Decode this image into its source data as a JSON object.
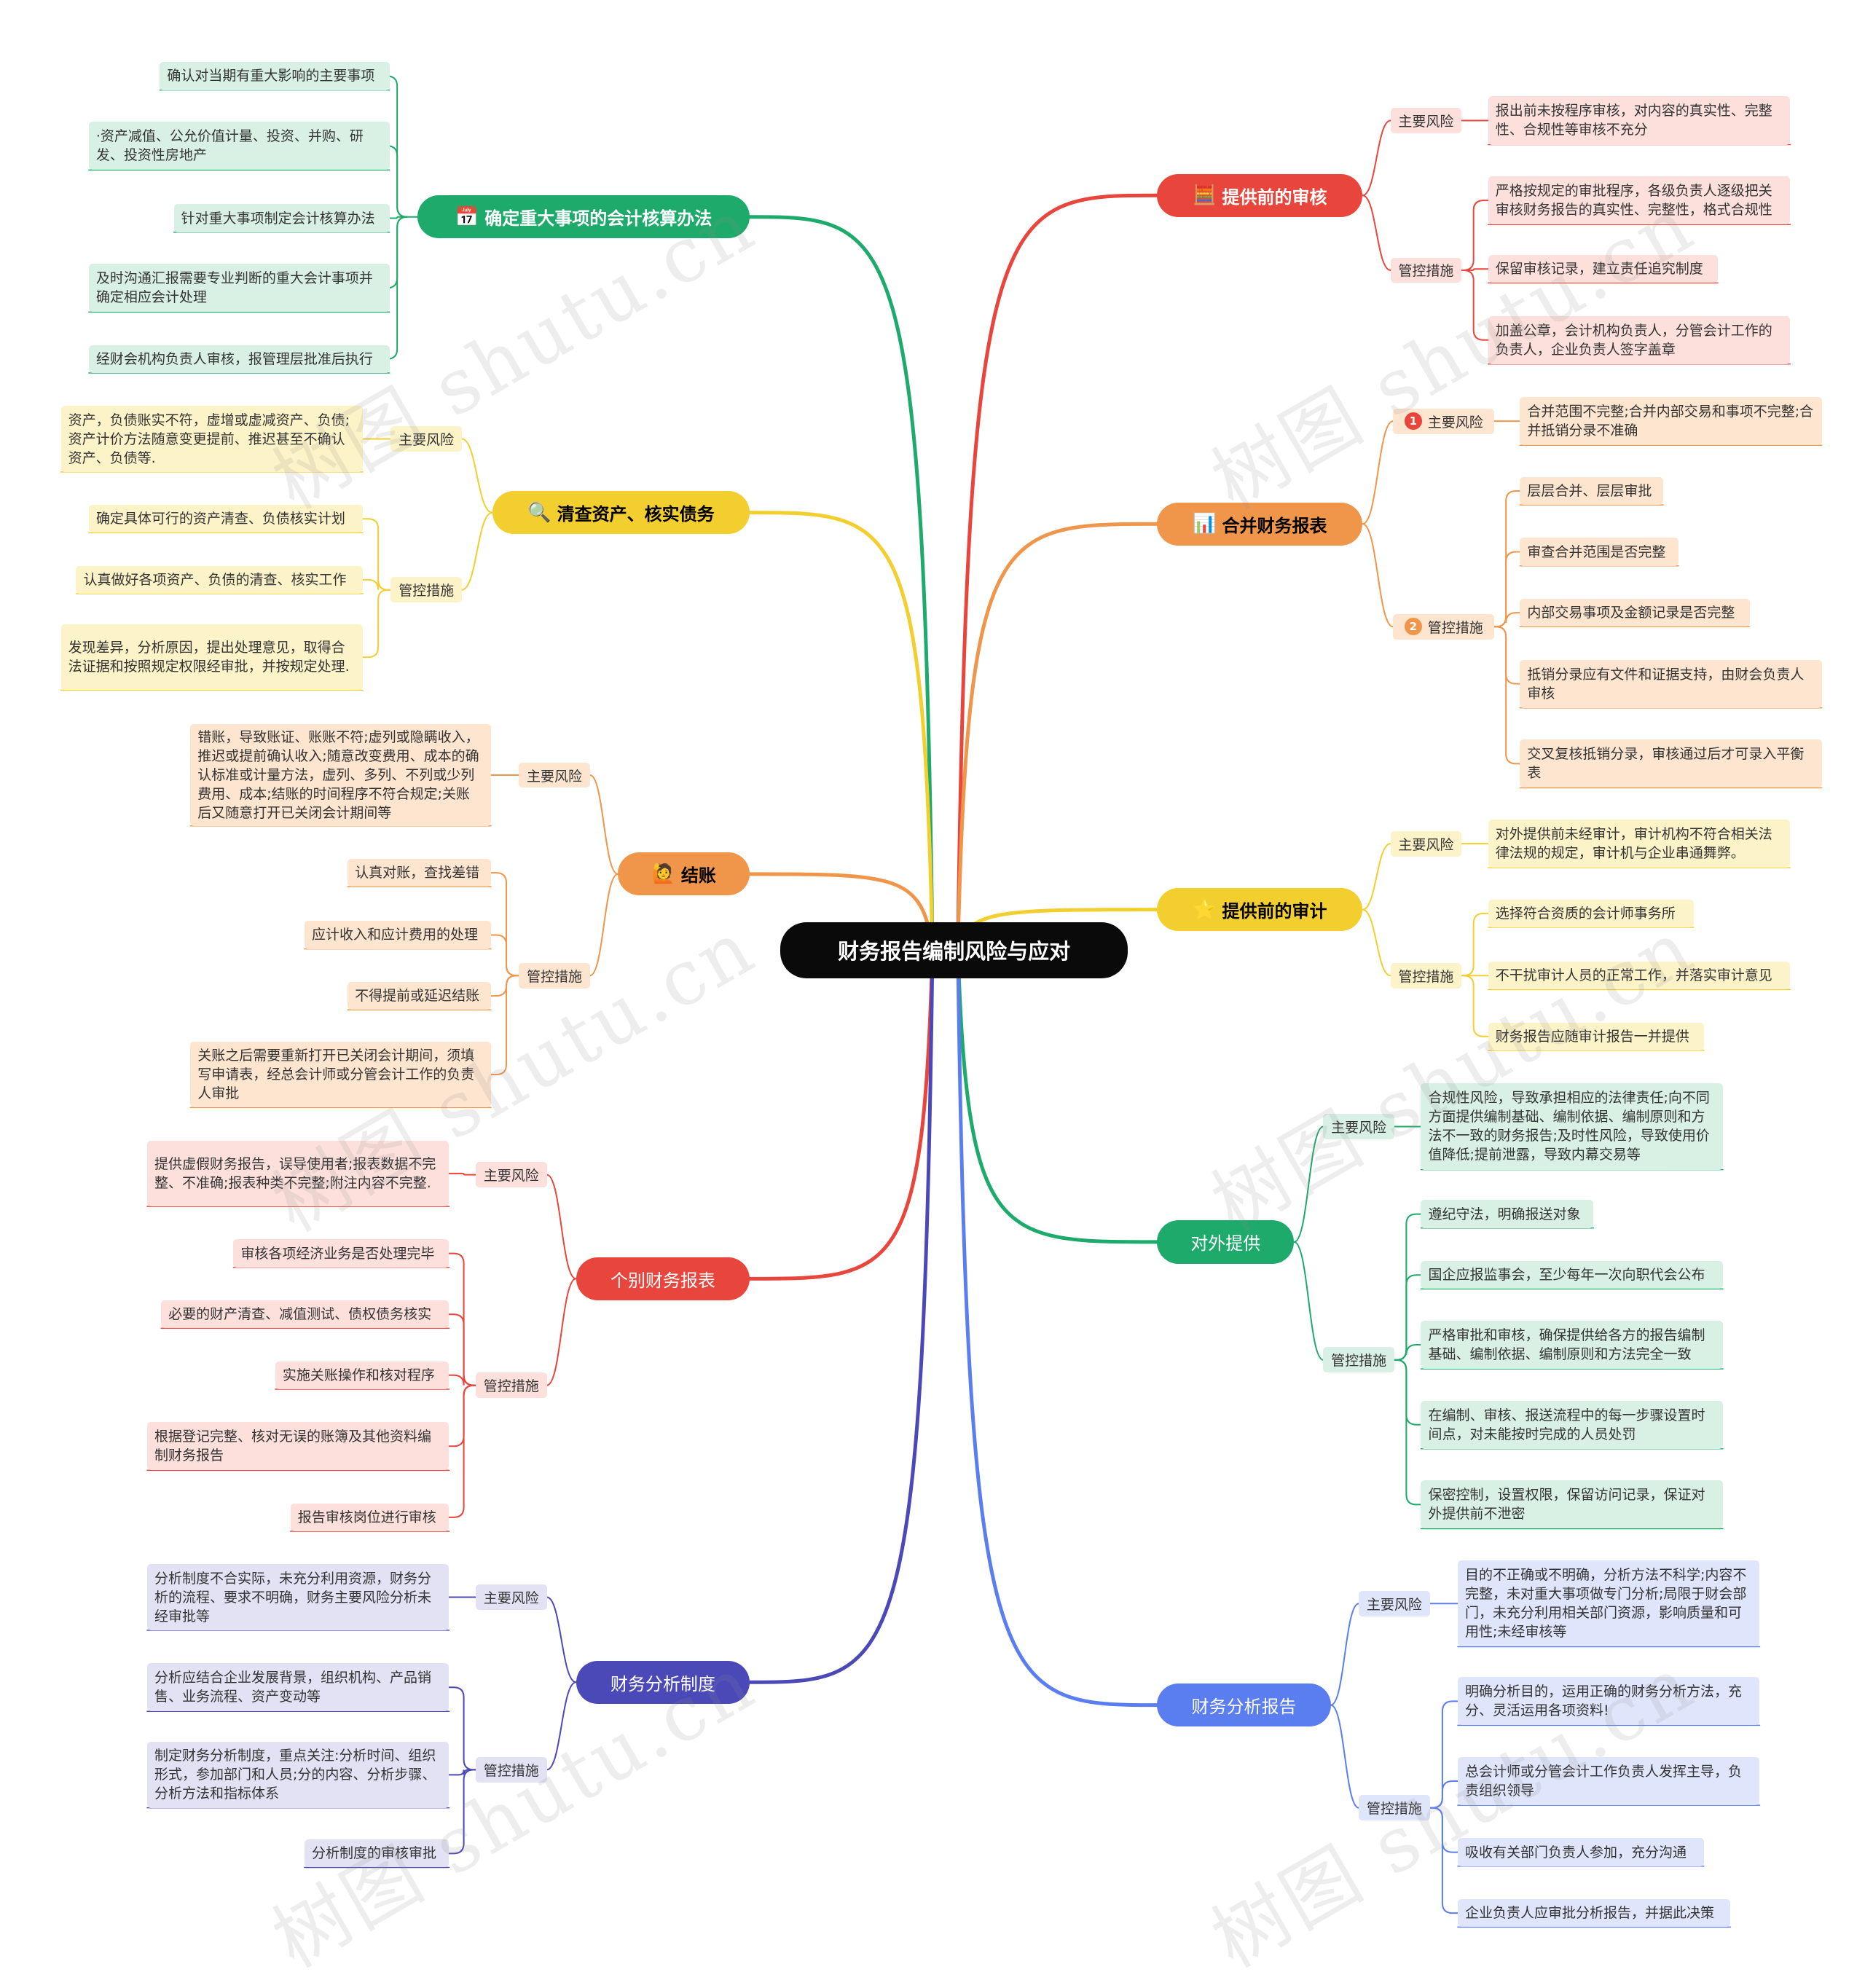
{
  "root": "财务报告编制风险与应对",
  "branches": [
    {
      "id": "b1",
      "label": "提供前的审核",
      "icon": "calculator-icon",
      "glyph": "🧮",
      "color": "#e8453c",
      "bold": true,
      "subs": [
        {
          "label": "主要风险",
          "leaves": [
            "报出前未按程序审核，对内容的真实性、完整性、合规性等审核不充分"
          ]
        },
        {
          "label": "管控措施",
          "leaves": [
            "严格按规定的审批程序，各级负责人逐级把关审核财务报告的真实性、完整性，格式合规性",
            "保留审核记录，建立责任追究制度",
            "加盖公章，会计机构负责人，分管会计工作的负责人，企业负责人签字盖章"
          ]
        }
      ]
    },
    {
      "id": "b2",
      "label": "合并财务报表",
      "icon": "report-icon",
      "glyph": "📊",
      "color": "#f0964a",
      "bold": true,
      "subs": [
        {
          "label": "主要风险",
          "num": "1",
          "leaves": [
            "合并范围不完整;合并内部交易和事项不完整;合并抵销分录不准确"
          ]
        },
        {
          "label": "管控措施",
          "num": "2",
          "leaves": [
            "层层合并、层层审批",
            "审查合并范围是否完整",
            "内部交易事项及金额记录是否完整",
            "抵销分录应有文件和证据支持，由财会负责人审核",
            "交叉复核抵销分录，审核通过后才可录入平衡表"
          ]
        }
      ]
    },
    {
      "id": "b3",
      "label": "提供前的审计",
      "icon": "star-icon",
      "glyph": "⭐",
      "color": "#f2cf2e",
      "bold": true,
      "subs": [
        {
          "label": "主要风险",
          "leaves": [
            "对外提供前未经审计，审计机构不符合相关法律法规的规定，审计机与企业串通舞弊。"
          ]
        },
        {
          "label": "管控措施",
          "leaves": [
            "选择符合资质的会计师事务所",
            "不干扰审计人员的正常工作，并落实审计意见",
            "财务报告应随审计报告一并提供"
          ]
        }
      ]
    },
    {
      "id": "b4",
      "label": "对外提供",
      "color": "#1daa6b",
      "bold": false,
      "subs": [
        {
          "label": "主要风险",
          "leaves": [
            "合规性风险，导致承担相应的法律责任;向不同方面提供编制基础、编制依据、编制原则和方法不一致的财务报告;及时性风险，导致使用价值降低;提前泄露，导致内幕交易等"
          ]
        },
        {
          "label": "管控措施",
          "leaves": [
            "遵纪守法，明确报送对象",
            "国企应报监事会，至少每年一次向职代会公布",
            "严格审批和审核，确保提供给各方的报告编制基础、编制依据、编制原则和方法完全一致",
            "在编制、审核、报送流程中的每一步骤设置时间点，对未能按时完成的人员处罚",
            "保密控制，设置权限，保留访问记录，保证对外提供前不泄密"
          ]
        }
      ]
    },
    {
      "id": "b5",
      "label": "财务分析报告",
      "color": "#5a7ef0",
      "bold": false,
      "subs": [
        {
          "label": "主要风险",
          "leaves": [
            "目的不正确或不明确，分析方法不科学;内容不完整，未对重大事项做专门分析;局限于财会部门，未充分利用相关部门资源，影响质量和可用性;未经审核等"
          ]
        },
        {
          "label": "管控措施",
          "leaves": [
            "明确分析目的，运用正确的财务分析方法，充分、灵活运用各项资料!",
            "总会计师或分管会计工作负责人发挥主导，负责组织领导",
            "吸收有关部门负责人参加，充分沟通",
            "企业负责人应审批分析报告，并据此决策"
          ]
        }
      ]
    },
    {
      "id": "b6",
      "label": "确定重大事项的会计核算办法",
      "icon": "calendar-icon",
      "glyph": "📅",
      "color": "#1daa6b",
      "bold": true,
      "subs": [
        {
          "label": "",
          "leaves": [
            "确认对当期有重大影响的主要事项",
            "·资产减值、公允价值计量、投资、并购、研发、投资性房地产",
            "针对重大事项制定会计核算办法",
            "及时沟通汇报需要专业判断的重大会计事项并确定相应会计处理",
            "经财会机构负责人审核，报管理层批准后执行"
          ]
        }
      ]
    },
    {
      "id": "b7",
      "label": "清查资产、核实债务",
      "icon": "magnifier-icon",
      "glyph": "🔍",
      "color": "#f2cf2e",
      "bold": true,
      "subs": [
        {
          "label": "主要风险",
          "leaves": [
            "资产，负债账实不符，虚增或虚减资产、负债;资产计价方法随意变更提前、推迟甚至不确认资产、负债等."
          ]
        },
        {
          "label": "管控措施",
          "leaves": [
            "确定具体可行的资产清查、负债核实计划",
            "认真做好各项资产、负债的清查、核实工作",
            "发现差异，分析原因，提出处理意见，取得合法证据和按照规定权限经审批，并按规定处理."
          ]
        }
      ]
    },
    {
      "id": "b8",
      "label": "结账",
      "icon": "person-icon",
      "glyph": "🙋",
      "color": "#f0964a",
      "bold": true,
      "subs": [
        {
          "label": "主要风险",
          "leaves": [
            "错账，导致账证、账账不符;虚列或隐瞒收入，推迟或提前确认收入;随意改变费用、成本的确认标准或计量方法，虚列、多列、不列或少列费用、成本;结账的时间程序不符合规定;关账后又随意打开已关闭会计期间等"
          ]
        },
        {
          "label": "管控措施",
          "leaves": [
            "认真对账，查找差错",
            "应计收入和应计费用的处理",
            "不得提前或延迟结账",
            "关账之后需要重新打开已关闭会计期间，须填写申请表，经总会计师或分管会计工作的负责人审批"
          ]
        }
      ]
    },
    {
      "id": "b9",
      "label": "个别财务报表",
      "color": "#e8453c",
      "bold": false,
      "subs": [
        {
          "label": "主要风险",
          "leaves": [
            "提供虚假财务报告，误导使用者;报表数据不完整、不准确;报表种类不完整;附注内容不完整."
          ]
        },
        {
          "label": "管控措施",
          "leaves": [
            "审核各项经济业务是否处理完毕",
            "必要的财产清查、减值测试、债权债务核实",
            "实施关账操作和核对程序",
            "根据登记完整、核对无误的账簿及其他资料编制财务报告",
            "报告审核岗位进行审核"
          ]
        }
      ]
    },
    {
      "id": "b10",
      "label": "财务分析制度",
      "color": "#4b48b8",
      "bold": false,
      "subs": [
        {
          "label": "主要风险",
          "leaves": [
            "分析制度不合实际，未充分利用资源，财务分析的流程、要求不明确，财务主要风险分析未经审批等"
          ]
        },
        {
          "label": "管控措施",
          "leaves": [
            "分析应结合企业发展背景，组织机构、产品销售、业务流程、资产变动等",
            "制定财务分析制度，重点关注:分析时间、组织形式，参加部门和人员;分的内容、分析步骤、分析方法和指标体系",
            "分析制度的审核审批"
          ]
        }
      ]
    }
  ],
  "watermark": "树图 shutu.cn"
}
